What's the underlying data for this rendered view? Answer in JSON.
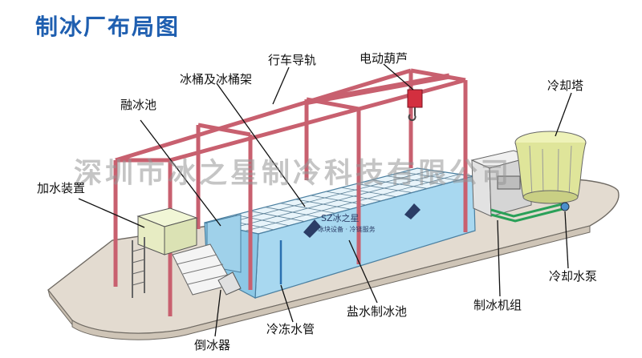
{
  "title": "制冰厂布局图",
  "watermark": "深圳市冰之星制冷科技有限公司",
  "brand": {
    "logo_text": "SZ冰之星",
    "logo_sub": "冰块设备 · 冷链服务"
  },
  "labels": {
    "crane_rail": "行车导轨",
    "electric_hoist": "电动葫芦",
    "ice_can_frame": "冰桶及冰桶架",
    "thaw_tank": "融冰池",
    "cooling_tower": "冷却塔",
    "water_filler": "加水装置",
    "cooling_pump": "冷却水泵",
    "ice_machine": "制冰机组",
    "brine_tank": "盐水制冰池",
    "refrigerant_pipe": "冷冻水管",
    "ice_dumper": "倒冰器"
  },
  "colors": {
    "title": "#1f5fb0",
    "frame": "#d26d7d",
    "tank": "#a8d8f0",
    "floor": "#ddd4c6",
    "tower": "#dfe59a",
    "pipe": "#2aa058"
  }
}
